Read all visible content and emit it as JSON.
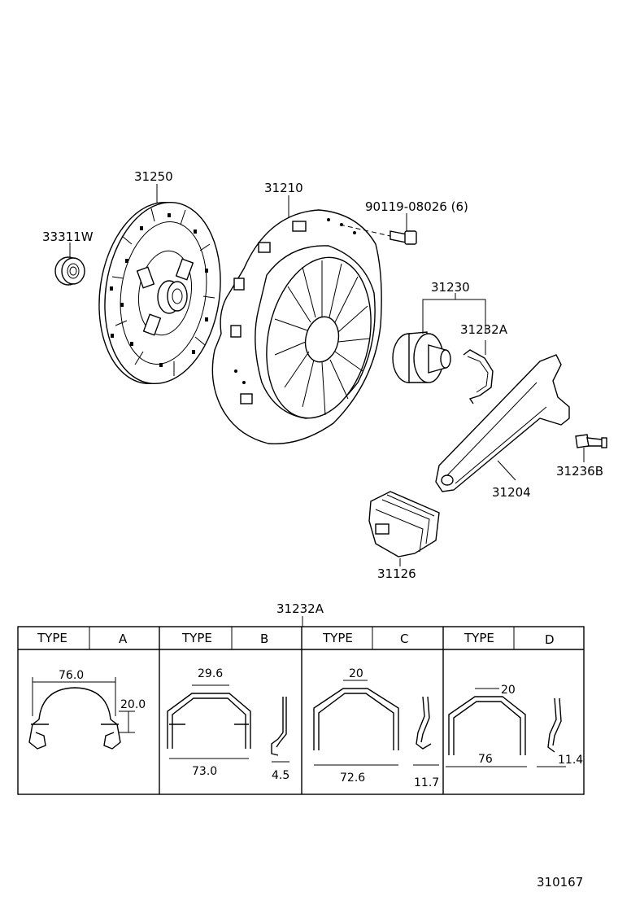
{
  "parts": {
    "disc": "31250",
    "bearing_pilot": "33311W",
    "cover": "31210",
    "bolt": "90119-08026 (6)",
    "release_bearing": "31230",
    "clip": "31232A",
    "fork": "31204",
    "pivot": "31236B",
    "boot": "31126"
  },
  "table": {
    "title": "31232A",
    "type_label": "TYPE",
    "types": [
      "A",
      "B",
      "C",
      "D"
    ],
    "dims": {
      "a_width": "76.0",
      "a_height": "20.0",
      "b_top": "29.6",
      "b_width": "73.0",
      "b_side": "4.5",
      "c_top": "20",
      "c_width": "72.6",
      "c_side": "11.7",
      "d_top": "20",
      "d_width": "76",
      "d_side": "11.4"
    }
  },
  "figure_code": "310167"
}
